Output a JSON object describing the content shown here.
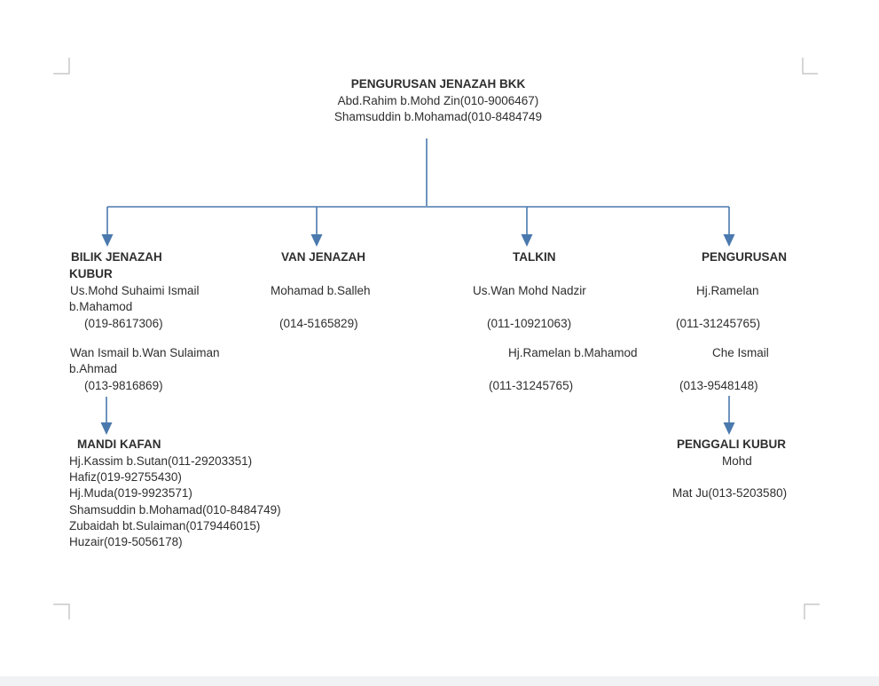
{
  "colors": {
    "connector": "#4a79ae",
    "crop_mark": "#c9c9c9",
    "footer_strip": "#f1f2f4",
    "text": "#2e2e2e"
  },
  "root": {
    "title": "PENGURUSAN JENAZAH BKK",
    "lines": [
      "Abd.Rahim b.Mohd Zin(010-9006467)",
      "Shamsuddin b.Mohamad(010-8484749"
    ]
  },
  "sections": {
    "bilik_jenazah_kubur": {
      "title_lines": [
        "BILIK JENAZAH",
        "KUBUR"
      ],
      "lines": [
        "Us.Mohd Suhaimi Ismail",
        "b.Mahamod",
        "(019-8617306)",
        "Wan Ismail b.Wan Sulaiman",
        "b.Ahmad",
        "(013-9816869)"
      ]
    },
    "van_jenazah": {
      "title": "VAN JENAZAH",
      "lines": [
        "Mohamad b.Salleh",
        "(014-5165829)"
      ]
    },
    "talkin": {
      "title": "TALKIN",
      "lines": [
        "Us.Wan Mohd Nadzir",
        "(011-10921063)",
        "Hj.Ramelan b.Mahamod",
        "(011-31245765)"
      ]
    },
    "pengurusan": {
      "title": "PENGURUSAN",
      "lines": [
        "Hj.Ramelan",
        "(011-31245765)",
        "Che Ismail",
        "(013-9548148)"
      ]
    },
    "mandi_kafan": {
      "title": "MANDI KAFAN",
      "lines": [
        "Hj.Kassim b.Sutan(011-29203351)",
        "Hafiz(019-92755430)",
        "Hj.Muda(019-9923571)",
        "Shamsuddin b.Mohamad(010-8484749)",
        "Zubaidah bt.Sulaiman(0179446015)",
        "Huzair(019-5056178)"
      ]
    },
    "penggali_kubur": {
      "title": "PENGGALI KUBUR",
      "lines": [
        "Mohd",
        "Mat Ju(013-5203580)"
      ]
    }
  }
}
